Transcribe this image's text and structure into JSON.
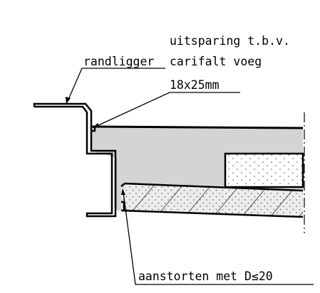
{
  "labels": {
    "edge_beam": "randligger",
    "recess_line1": "uitsparing t.b.v.",
    "recess_line2": "carifalt voeg",
    "recess_line3": "18x25mm",
    "infill": "aanstorten met D≤20"
  },
  "colors": {
    "line": "#000000",
    "concrete_fill": "#d4d4d4",
    "background": "#ffffff"
  }
}
